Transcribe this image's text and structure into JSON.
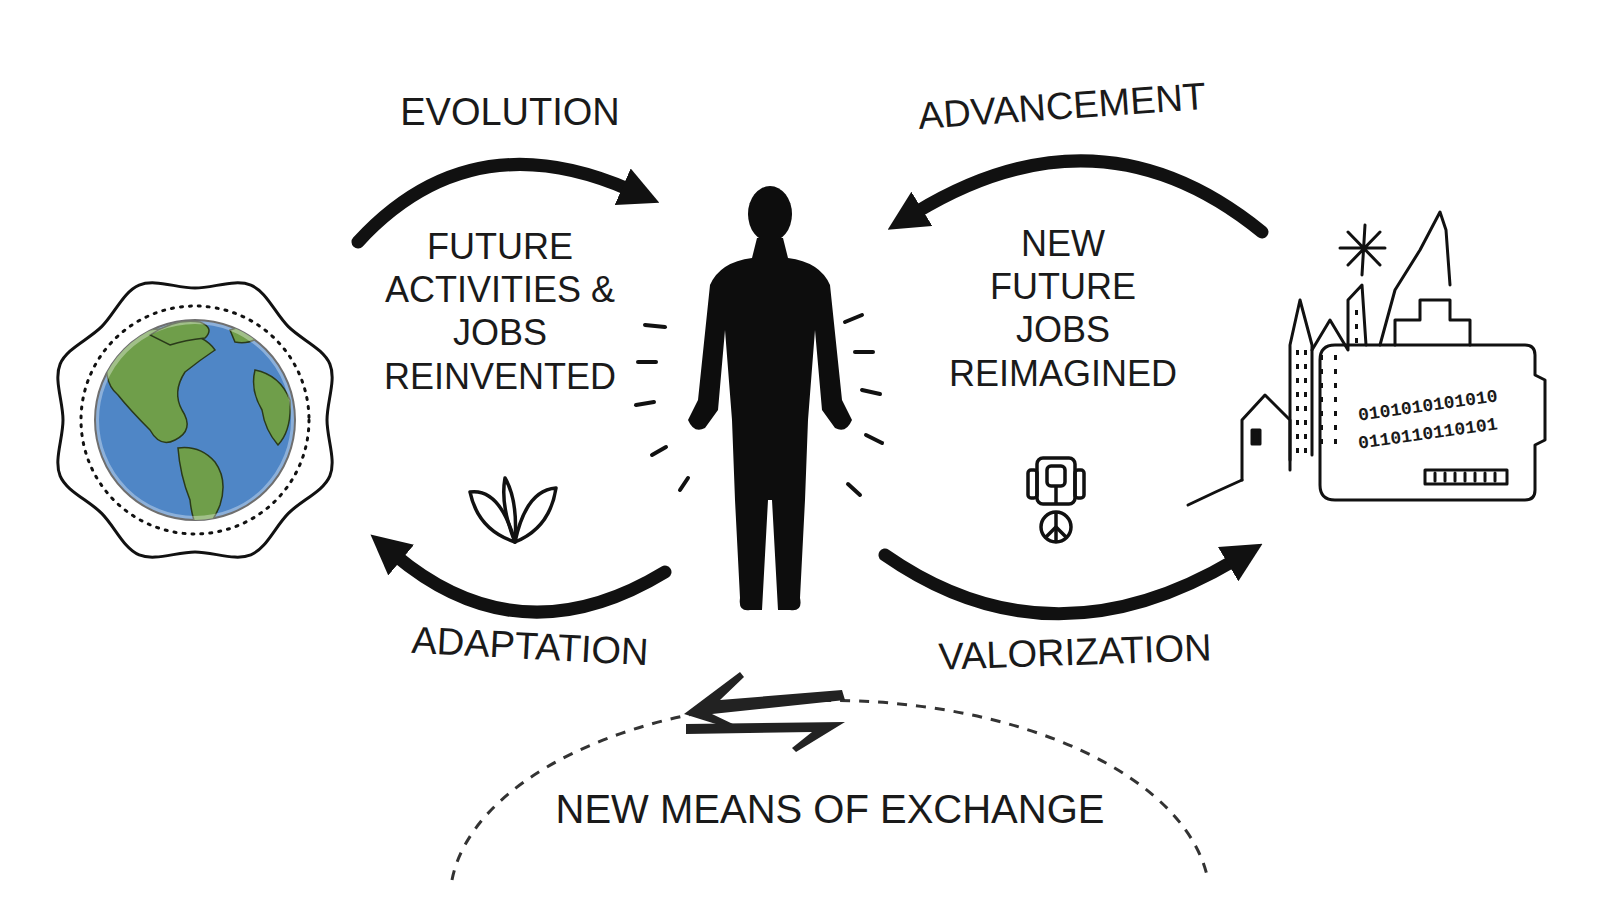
{
  "diagram": {
    "labels": [
      "EVOLUTION",
      "ADVANCEMENT",
      "FUTURE ACTIVITIES & JOBS REINVENTED",
      "NEW FUTURE JOBS REIMAGINED",
      "ADAPTATION",
      "VALORIZATION",
      "0101010101010",
      "0110110110101",
      "NEW MEANS OF EXCHANGE"
    ]
  }
}
